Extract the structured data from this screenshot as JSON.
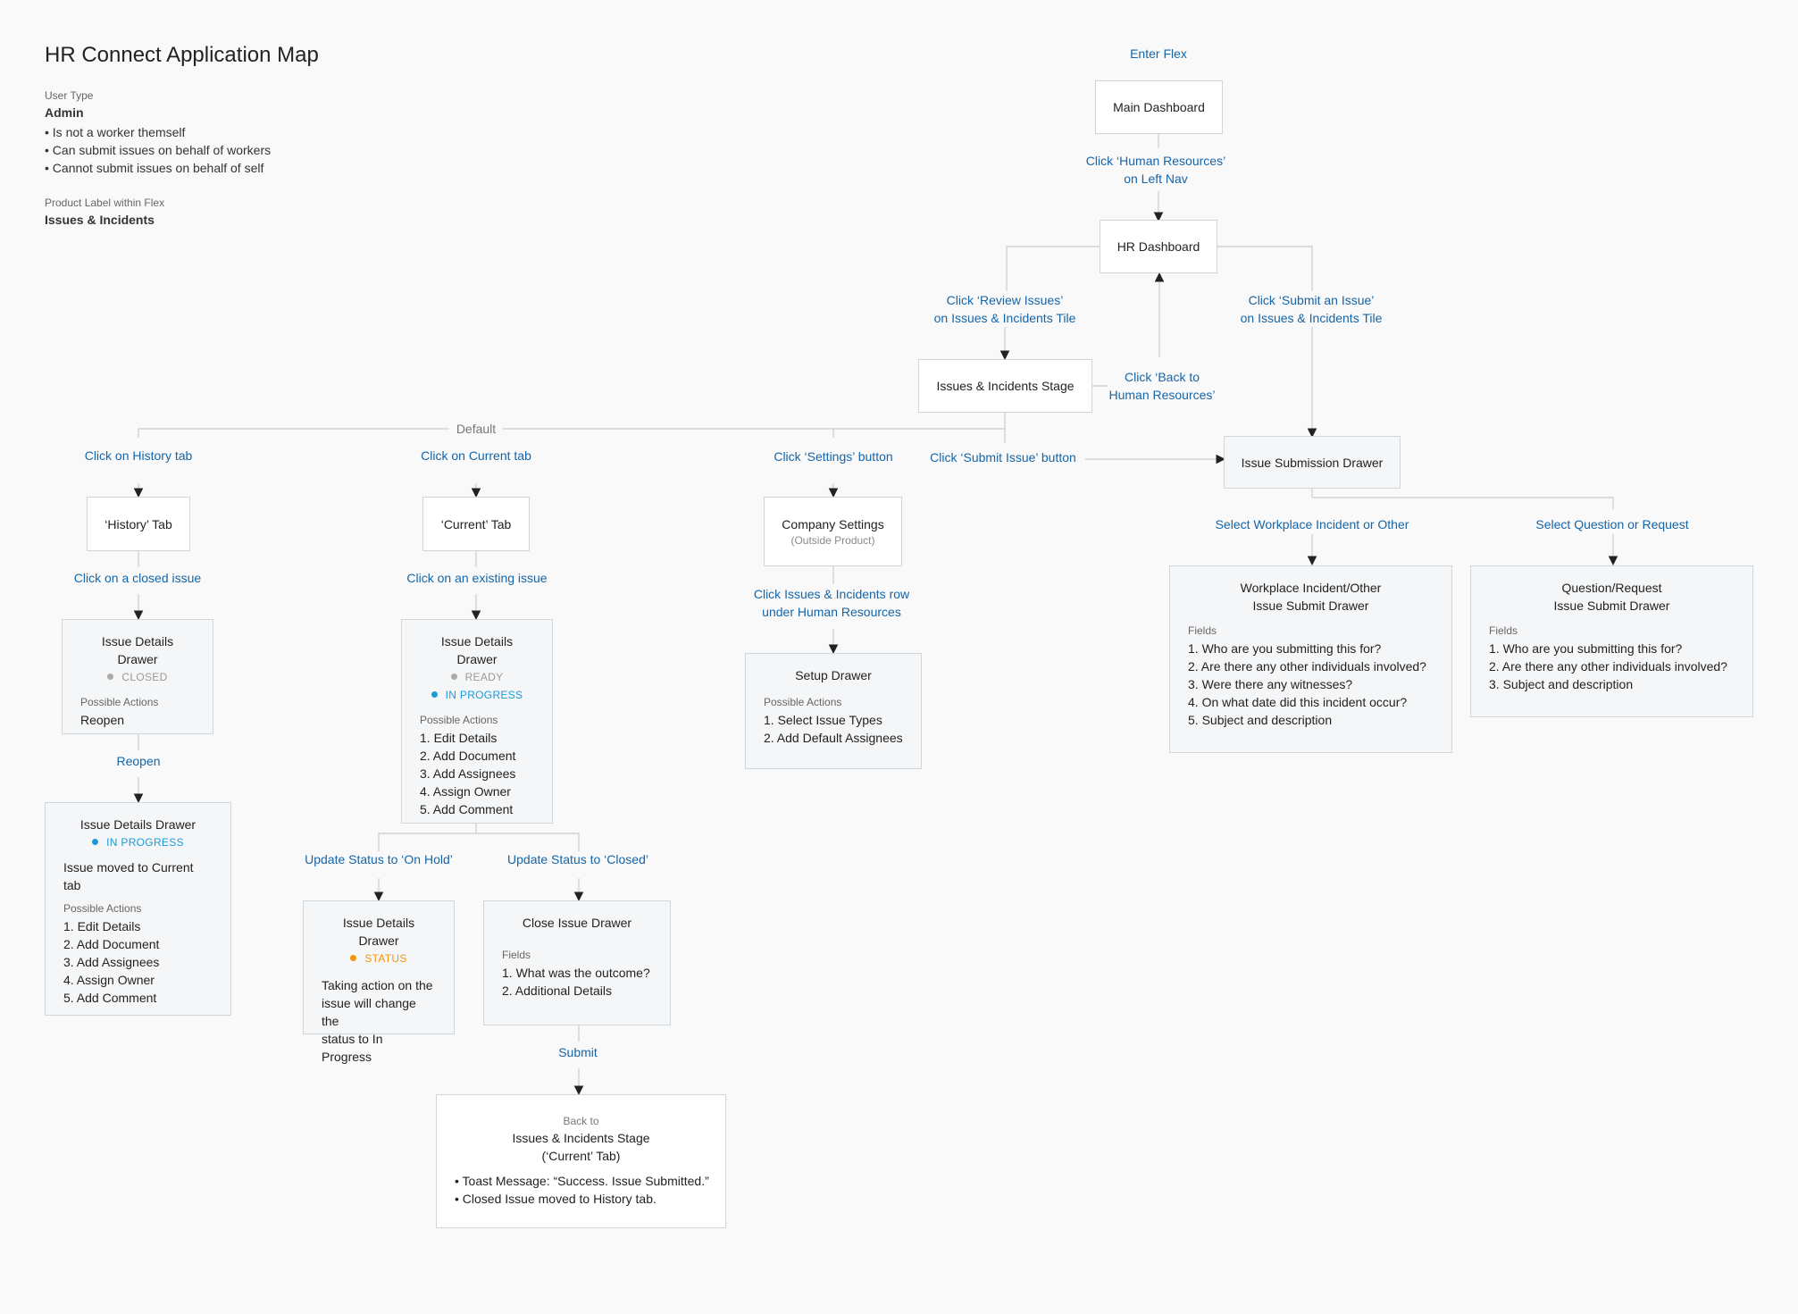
{
  "header": {
    "title": "HR Connect Application Map",
    "user_type_label": "User Type",
    "user_type": "Admin",
    "user_notes": [
      "Is not a worker themself",
      "Can submit issues on behalf of workers",
      "Cannot submit issues on behalf of self"
    ],
    "product_label_label": "Product Label within Flex",
    "product_label": "Issues & Incidents"
  },
  "colors": {
    "link": "#1565a8",
    "status_ready": "#aaaaaa",
    "status_in_progress": "#1a9bd8",
    "status_hold": "#f0960e",
    "connector": "#cccccc"
  },
  "top": {
    "enter": "Enter Flex",
    "main_dashboard": "Main Dashboard",
    "click_hr": [
      "Click ‘Human Resources’",
      "on Left Nav"
    ],
    "hr_dashboard": "HR Dashboard",
    "click_review": [
      "Click ‘Review Issues’",
      "on Issues & Incidents Tile"
    ],
    "click_submit": [
      "Click ‘Submit an Issue’",
      "on Issues & Incidents Tile"
    ],
    "stage": "Issues & Incidents Stage",
    "back_hr": [
      "Click ‘Back to",
      "Human Resources’"
    ],
    "default": "Default"
  },
  "history": {
    "click_tab": "Click on History tab",
    "tab": "‘History’ Tab",
    "click_closed": "Click on a closed issue",
    "drawer_title": "Issue Details Drawer",
    "status": "CLOSED",
    "actions_label": "Possible Actions",
    "actions": [
      "Reopen"
    ],
    "reopen": "Reopen",
    "reopened": {
      "title": "Issue Details Drawer",
      "status": "IN PROGRESS",
      "note": "Issue moved to Current tab",
      "actions_label": "Possible Actions",
      "actions": [
        "1. Edit Details",
        "2. Add Document",
        "3. Add Assignees",
        "4. Assign Owner",
        "5. Add Comment"
      ]
    }
  },
  "current": {
    "click_tab": "Click on Current tab",
    "tab": "‘Current’ Tab",
    "click_existing": "Click on an existing issue",
    "drawer_title": "Issue Details Drawer",
    "status_ready": "READY",
    "status_in_progress": "IN PROGRESS",
    "actions_label": "Possible Actions",
    "actions": [
      "1. Edit Details",
      "2. Add Document",
      "3. Add Assignees",
      "4. Assign Owner",
      "5. Add Comment"
    ],
    "on_hold_label": "Update Status to ‘On Hold’",
    "closed_label": "Update Status to ‘Closed’",
    "hold_drawer": {
      "title": "Issue Details Drawer",
      "status": "STATUS",
      "note": [
        "Taking action on the",
        "issue will change the",
        "status to In Progress"
      ]
    },
    "close_drawer": {
      "title": "Close Issue Drawer",
      "fields_label": "Fields",
      "fields": [
        "1. What was the outcome?",
        "2. Additional Details"
      ]
    },
    "submit": "Submit",
    "back": {
      "small": "Back to",
      "title": [
        "Issues & Incidents Stage",
        "(‘Current’ Tab)"
      ],
      "bullets": [
        "Toast Message: “Success. Issue Submitted.”",
        "Closed Issue moved to History tab."
      ]
    }
  },
  "settings": {
    "click_settings": "Click ‘Settings’ button",
    "company": "Company Settings",
    "outside": "(Outside Product)",
    "click_row": [
      "Click Issues & Incidents row",
      "under Human Resources"
    ],
    "setup_title": "Setup Drawer",
    "actions_label": "Possible Actions",
    "actions": [
      "1. Select Issue Types",
      "2. Add Default Assignees"
    ]
  },
  "submission": {
    "click_submit_issue": "Click ‘Submit Issue’ button",
    "drawer": "Issue Submission Drawer",
    "select_workplace": "Select Workplace Incident or Other",
    "select_question": "Select Question or Request",
    "workplace": {
      "title": [
        "Workplace Incident/Other",
        "Issue Submit Drawer"
      ],
      "fields_label": "Fields",
      "fields": [
        "1. Who are you submitting this for?",
        "2. Are there any other individuals involved?",
        "3. Were there any witnesses?",
        "4. On what date did this incident occur?",
        "5. Subject and description"
      ]
    },
    "question": {
      "title": [
        "Question/Request",
        "Issue Submit Drawer"
      ],
      "fields_label": "Fields",
      "fields": [
        "1. Who are you submitting this for?",
        "2. Are there any other individuals involved?",
        "3. Subject and description"
      ]
    }
  }
}
